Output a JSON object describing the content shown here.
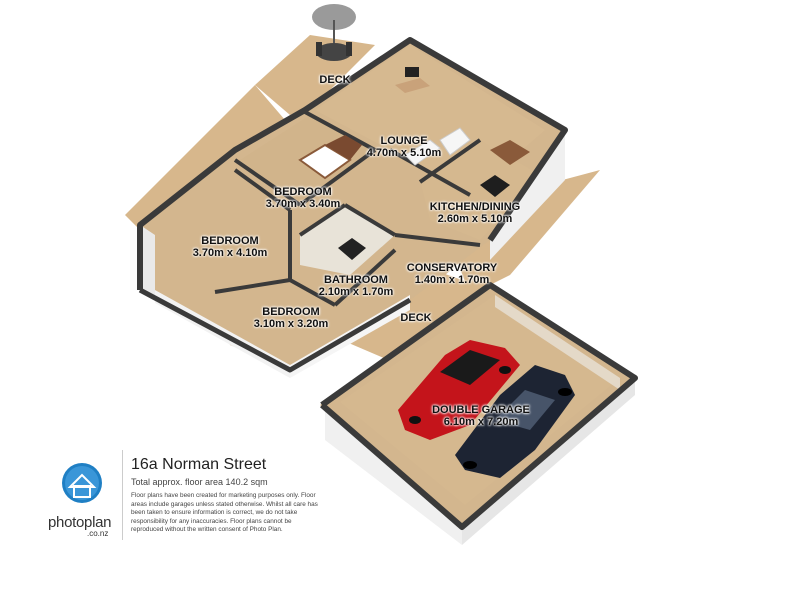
{
  "rooms": [
    {
      "id": "deck-top",
      "name": "DECK",
      "dims": ""
    },
    {
      "id": "lounge",
      "name": "LOUNGE",
      "dims": "4.70m x 5.10m"
    },
    {
      "id": "bedroom-1",
      "name": "BEDROOM",
      "dims": "3.70m x 3.40m"
    },
    {
      "id": "kitchen",
      "name": "KITCHEN/DINING",
      "dims": "2.60m x 5.10m"
    },
    {
      "id": "bedroom-2",
      "name": "BEDROOM",
      "dims": "3.70m x 4.10m"
    },
    {
      "id": "conservatory",
      "name": "CONSERVATORY",
      "dims": "1.40m x 1.70m"
    },
    {
      "id": "bathroom",
      "name": "BATHROOM",
      "dims": "2.10m x 1.70m"
    },
    {
      "id": "deck-mid",
      "name": "DECK",
      "dims": ""
    },
    {
      "id": "bedroom-3",
      "name": "BEDROOM",
      "dims": "3.10m x 3.20m"
    },
    {
      "id": "garage",
      "name": "DOUBLE GARAGE",
      "dims": "6.10m x 7.20m"
    }
  ],
  "footer": {
    "address": "16a Norman Street",
    "area": "Total approx. floor area 140.2 sqm",
    "disclaimer": "Floor plans have been created for marketing purposes only. Floor areas include garages unless stated otherwise. Whilst all care has been taken to ensure information is correct, we do not take responsibility for any inaccuracies. Floor plans cannot be reproduced without the written consent of Photo Plan.",
    "logo_word": "photoplan",
    "logo_sub": ".co.nz"
  },
  "colors": {
    "floor": "#d3b68e",
    "deck": "#d7b78c",
    "wall_top": "#3a3a3a",
    "wall_face": "#f2f2f2",
    "car_red": "#c4141b",
    "car_dark": "#1d2433",
    "logo_blue": "#1f7fc4"
  },
  "icons": [
    "house-icon",
    "umbrella-icon",
    "car-icon",
    "bed-icon"
  ]
}
